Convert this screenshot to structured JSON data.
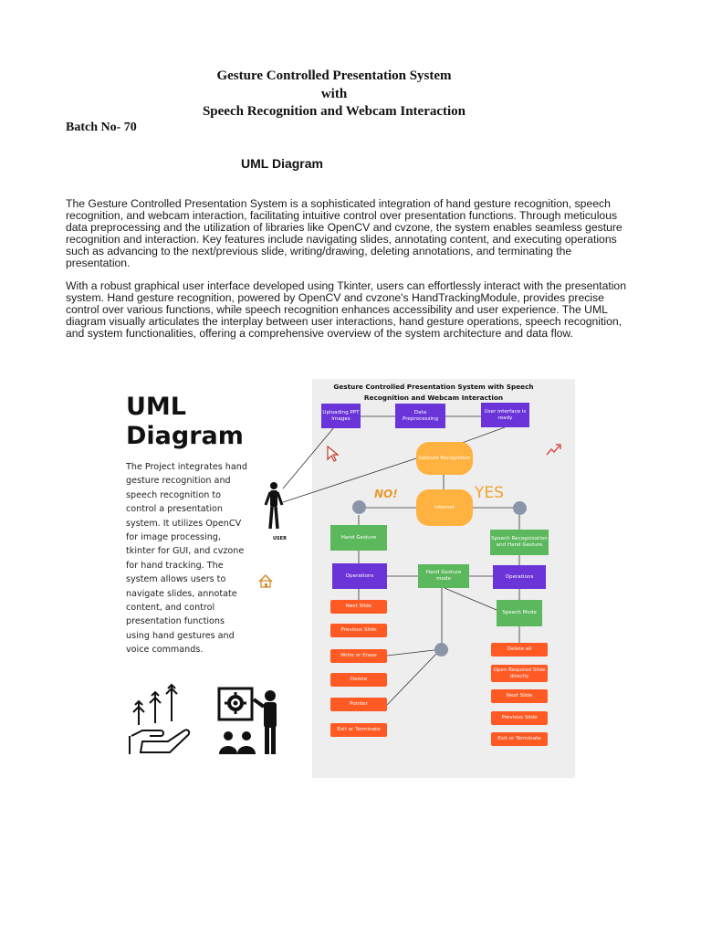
{
  "document": {
    "title_line1": "Gesture Controlled Presentation System",
    "title_line2": "with",
    "title_line3": "Speech Recognition and Webcam Interaction",
    "batch": "Batch No- 70",
    "section_heading": "UML Diagram",
    "paragraph1": "The Gesture Controlled Presentation System is a sophisticated integration of hand gesture recognition, speech recognition, and webcam interaction, facilitating intuitive control over presentation functions. Through meticulous data preprocessing and the utilization of libraries like OpenCV and cvzone, the system enables seamless gesture recognition and interaction. Key features include navigating slides, annotating content, and executing operations such as advancing to the next/previous slide, writing/drawing, deleting annotations, and terminating the presentation.",
    "paragraph2": "With a robust graphical user interface developed using Tkinter, users can effortlessly interact with the presentation system. Hand gesture recognition, powered by OpenCV and cvzone's HandTrackingModule, provides precise control over various functions, while speech recognition enhances accessibility and user experience. The UML diagram visually articulates the interplay between user interactions, hand gesture operations, speech recognition, and system functionalities, offering a comprehensive overview of the system architecture and data flow."
  },
  "poster": {
    "title_line1": "UML",
    "title_line2": "Diagram",
    "description": "The Project  integrates hand gesture recognition and speech recognition to control a presentation system. It utilizes OpenCV for image processing, tkinter for GUI, and cvzone for hand tracking. The system allows users to navigate slides, annotate content, and control presentation functions using hand gestures and voice commands.",
    "user_label": "USER",
    "annotation_no": "NO!",
    "annotation_yes": "YES"
  },
  "diagram": {
    "title": "Gesture Controlled Presentation System with Speech Recognition and Webcam Interaction",
    "nodes": {
      "uploading": "Uploading PPT Images",
      "preprocessing": "Data Preprocessing",
      "ui_ready": "User interface is ready",
      "gesture_recognition": "Gesture Recognition",
      "internet": "Internet",
      "hand_gesture": "Hand Gesture",
      "speech_and_hand": "Speech Recognization and Hand Gesture",
      "operations_left": "Operations",
      "hand_gesture_mode": "Hand Gesture mode",
      "operations_right": "Operations",
      "speech_mode": "Speech Mode",
      "left_actions": [
        "Next Slide",
        "Previous Slide",
        "Write or Erase",
        "Delete",
        "Pointer",
        "Exit or Terminate"
      ],
      "right_actions": [
        "Delete all",
        "Open Required Slide directly",
        "Next Slide",
        "Previous Slide",
        "Exit or Terminate"
      ]
    }
  },
  "colors": {
    "purple": "#6a34d8",
    "green": "#5cb85c",
    "orange": "#ff5a23",
    "gold": "#ffb23f",
    "connector": "#8a96a8"
  }
}
